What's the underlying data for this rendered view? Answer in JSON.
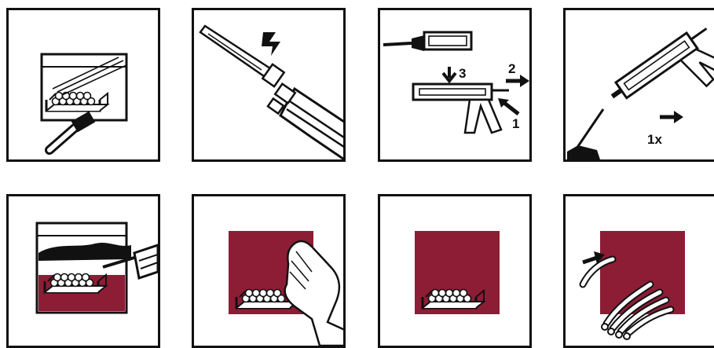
{
  "colors": {
    "line": "#111111",
    "accent": "#8c1d35",
    "background": "#ffffff"
  },
  "panels": [
    {
      "id": "step-1",
      "icons": [
        "cable-tray-icon",
        "cleaning-brush-icon"
      ]
    },
    {
      "id": "step-2",
      "icons": [
        "mixing-nozzle-icon",
        "cartridge-icon",
        "twist-arrow-icon"
      ]
    },
    {
      "id": "step-3",
      "labels": [
        "2",
        "3",
        "1"
      ],
      "icons": [
        "cartridge-icon",
        "dispensing-gun-icon",
        "arrow-icon"
      ]
    },
    {
      "id": "step-4",
      "labels": [
        "1x"
      ],
      "icons": [
        "dispensing-gun-icon",
        "discard-blob-icon",
        "arrow-icon"
      ]
    },
    {
      "id": "step-5",
      "icons": [
        "cable-tray-icon",
        "filling-compound-icon",
        "nozzle-icon"
      ]
    },
    {
      "id": "step-6",
      "icons": [
        "cable-tray-icon",
        "hand-icon"
      ]
    },
    {
      "id": "step-7",
      "icons": [
        "cable-tray-icon"
      ]
    },
    {
      "id": "step-8",
      "icons": [
        "cable-bundle-icon",
        "arrow-icon"
      ]
    }
  ]
}
